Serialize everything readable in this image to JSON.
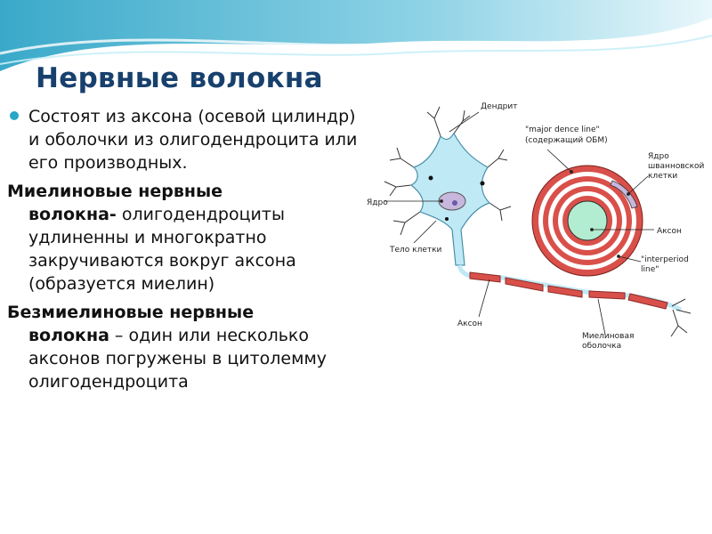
{
  "slide": {
    "title": "Нервные волокна",
    "bullet": "Состоят из аксона (осевой цилиндр) и оболочки из олигодендроцита или его производных.",
    "myelin": {
      "heading_line1": "Миелиновые нервные",
      "heading_line2": "волокна-",
      "text": " олигодендроциты удлиненны и многократно закручиваются вокруг аксона (образуется миелин)"
    },
    "unmyelin": {
      "heading_line1": "Безмиелиновые нервные",
      "heading_line2": "волокна",
      "text": " – один или несколько аксонов погружены в цитолемму олигодендроцита"
    }
  },
  "diagram": {
    "labels": {
      "dendrite": "Дендрит",
      "major_line1": "\"major dence line\"",
      "major_line2": "(содержащий ОБМ)",
      "nucleus": "Ядро",
      "schwann_line1": "Ядро",
      "schwann_line2": "шванновской",
      "schwann_line3": "клетки",
      "cell_body": "Тело клетки",
      "axon_right": "Аксон",
      "interperiod_line1": "\"interperiod",
      "interperiod_line2": "line\"",
      "axon_bottom": "Аксон",
      "myelin_line1": "Миелиновая",
      "myelin_line2": "оболочка"
    }
  },
  "colors": {
    "title": "#17406d",
    "bullet": "#2aa7c5",
    "myelin": "#d9504a",
    "cell": "#bfe9f5",
    "axon": "#b2ecd1"
  }
}
